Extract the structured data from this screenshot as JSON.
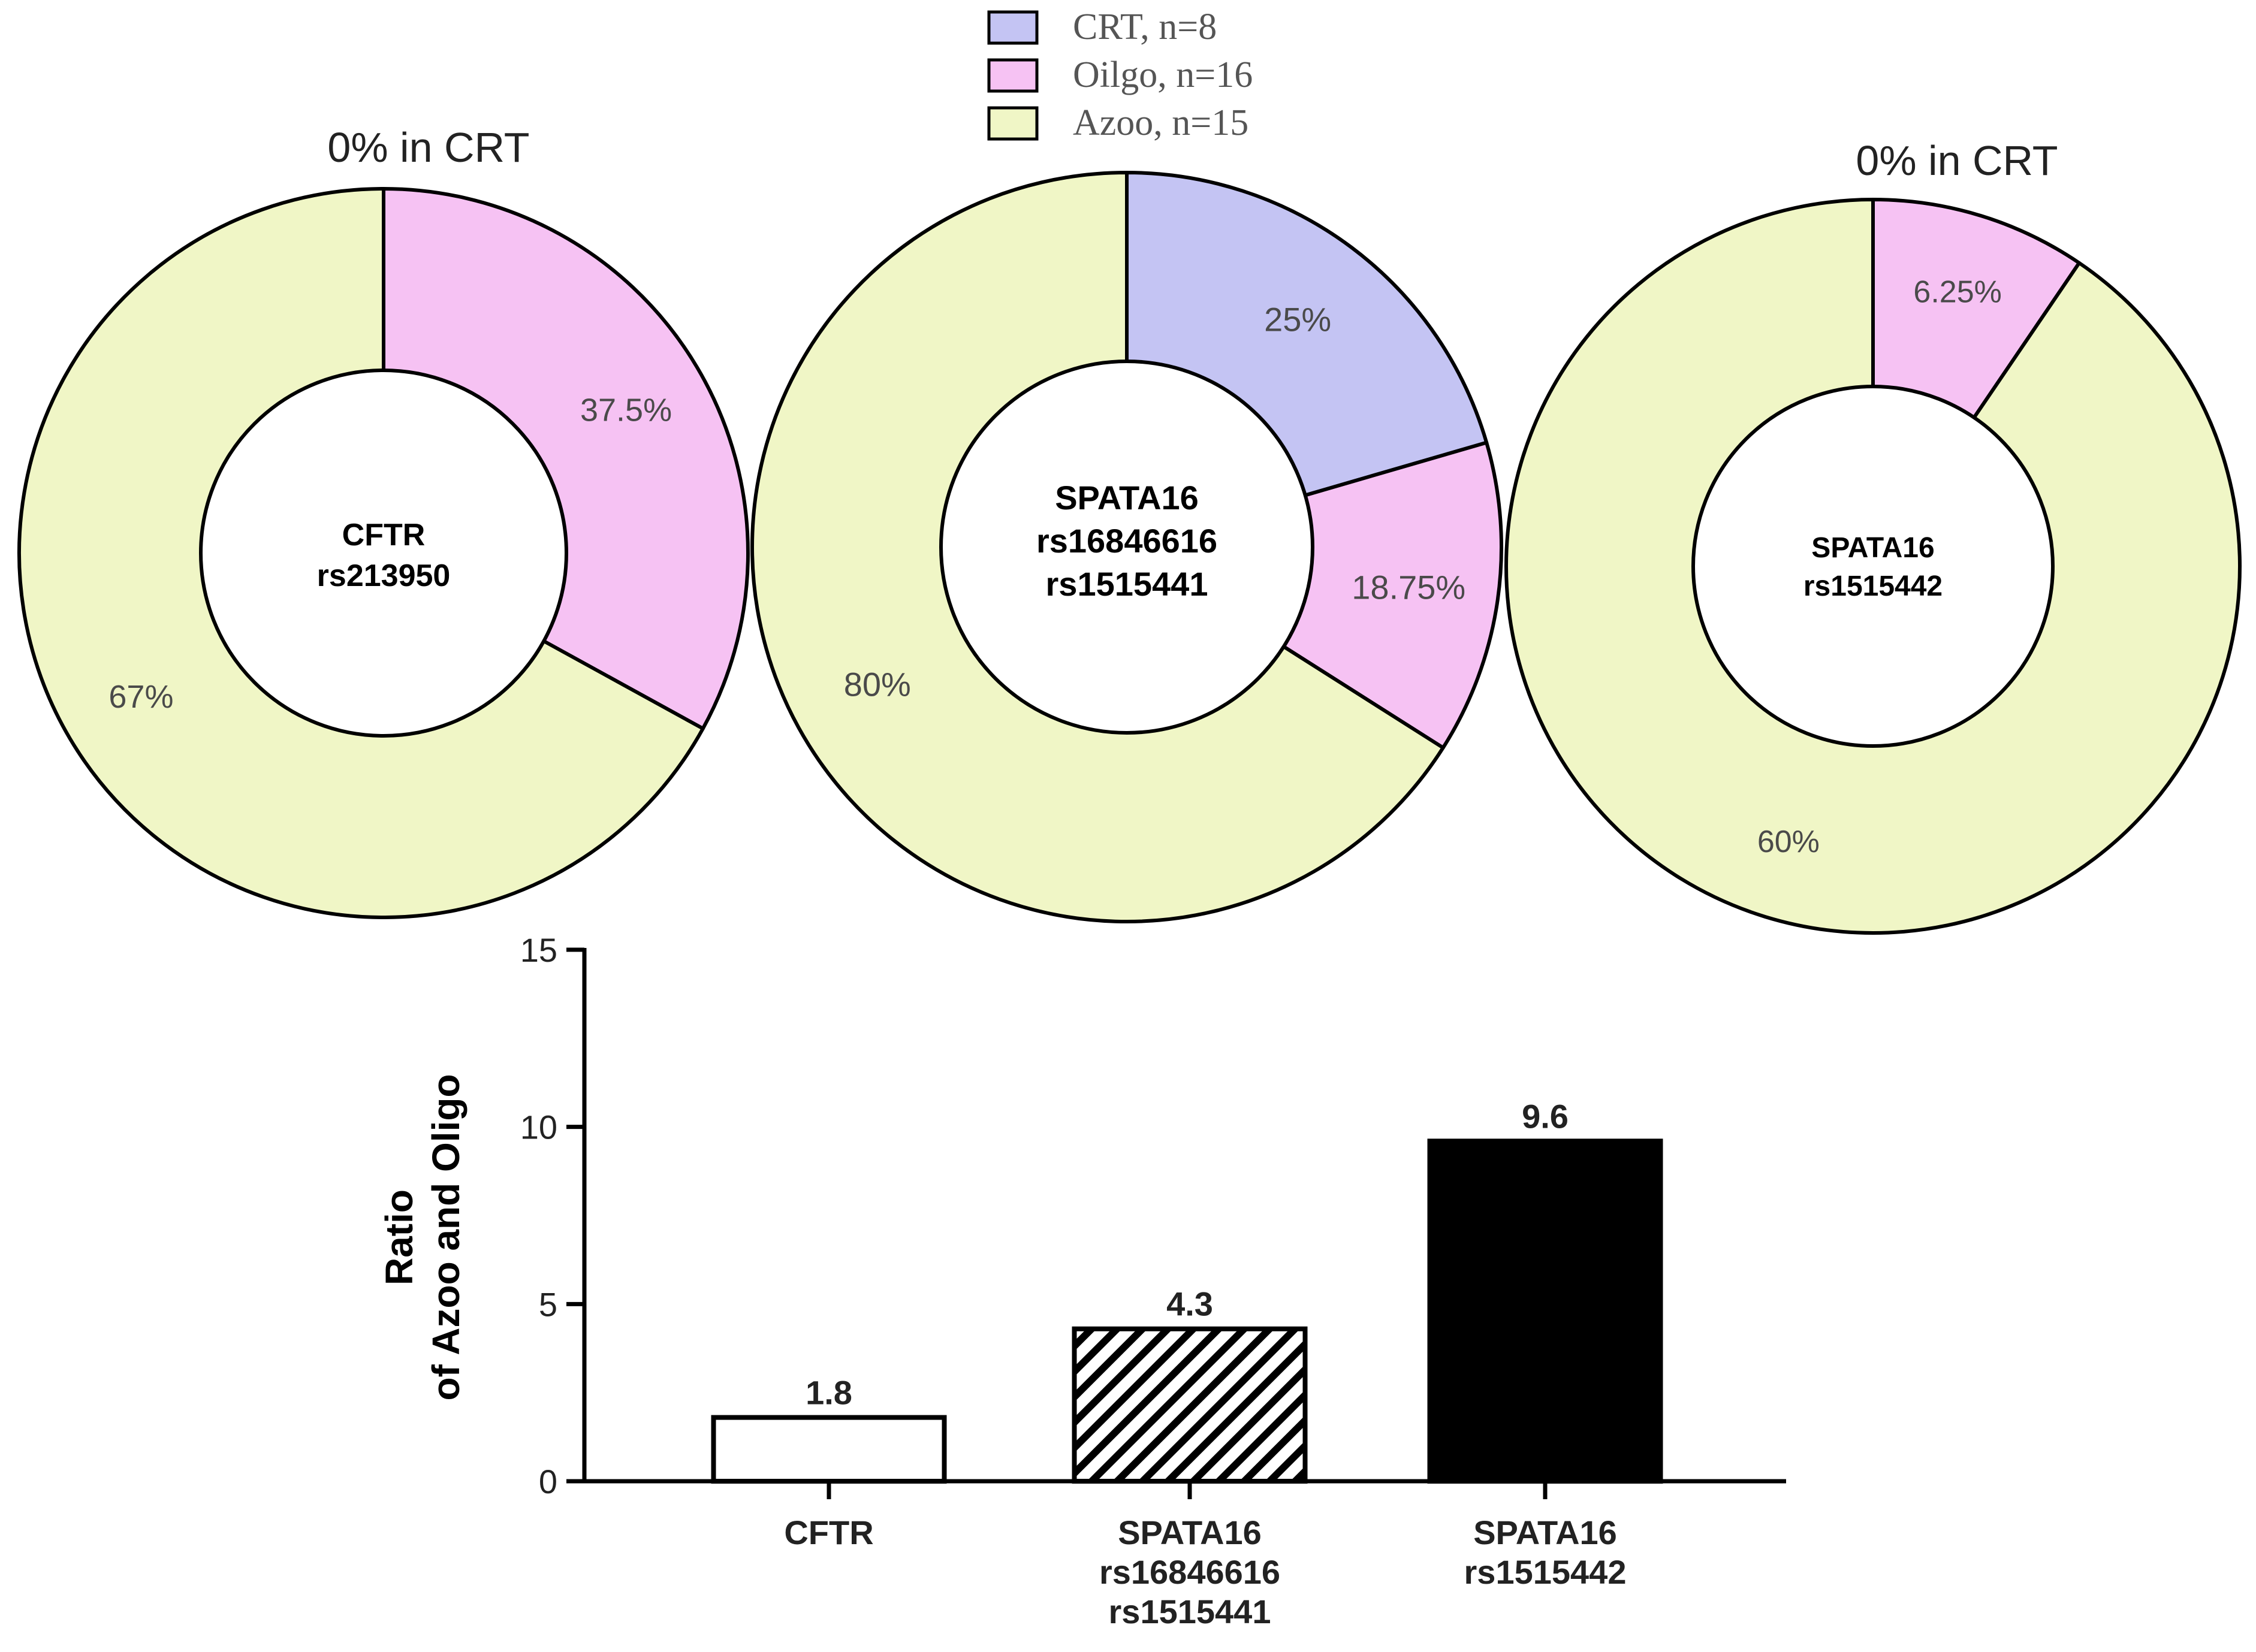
{
  "legend": {
    "items": [
      {
        "label": "CRT, n=8",
        "color": "#c4c4f3"
      },
      {
        "label": "Oilgo, n=16",
        "color": "#f6c2f3"
      },
      {
        "label": "Azoo, n=15",
        "color": "#f0f6c6"
      }
    ]
  },
  "chart_data": [
    {
      "type": "pie",
      "variant": "donut",
      "center_label": [
        "CFTR",
        "rs213950"
      ],
      "note": "0% in CRT",
      "slices": [
        {
          "category": "Oilgo",
          "value": 33,
          "label": "37.5%",
          "color": "#f6c2f3"
        },
        {
          "category": "Azoo",
          "value": 67,
          "label": "67%",
          "color": "#f0f6c6"
        }
      ]
    },
    {
      "type": "pie",
      "variant": "donut",
      "center_label": [
        "SPATA16",
        "rs16846616",
        "rs1515441"
      ],
      "note": "",
      "slices": [
        {
          "category": "CRT",
          "value": 20.5,
          "label": "25%",
          "color": "#c4c4f3"
        },
        {
          "category": "Oilgo",
          "value": 13.5,
          "label": "18.75%",
          "color": "#f6c2f3"
        },
        {
          "category": "Azoo",
          "value": 66,
          "label": "80%",
          "color": "#f0f6c6"
        }
      ]
    },
    {
      "type": "pie",
      "variant": "donut",
      "center_label": [
        "SPATA16",
        "rs1515442"
      ],
      "note": "0% in CRT",
      "slices": [
        {
          "category": "Oilgo",
          "value": 9.5,
          "label": "6.25%",
          "color": "#f6c2f3"
        },
        {
          "category": "Azoo",
          "value": 90.5,
          "label": "60%",
          "color": "#f0f6c6"
        }
      ]
    },
    {
      "type": "bar",
      "categories": [
        [
          "CFTR"
        ],
        [
          "SPATA16",
          "rs16846616",
          "rs1515441"
        ],
        [
          "SPATA16",
          "rs1515442"
        ]
      ],
      "values": [
        1.8,
        4.3,
        9.6
      ],
      "data_labels": [
        "1.8",
        "4.3",
        "9.6"
      ],
      "fills": [
        "white",
        "hatched",
        "black"
      ],
      "ylabel": [
        "Ratio",
        "of Azoo and Oligo"
      ],
      "ylim": [
        0,
        15
      ],
      "yticks": [
        0,
        5,
        10,
        15
      ],
      "grid": false
    }
  ]
}
